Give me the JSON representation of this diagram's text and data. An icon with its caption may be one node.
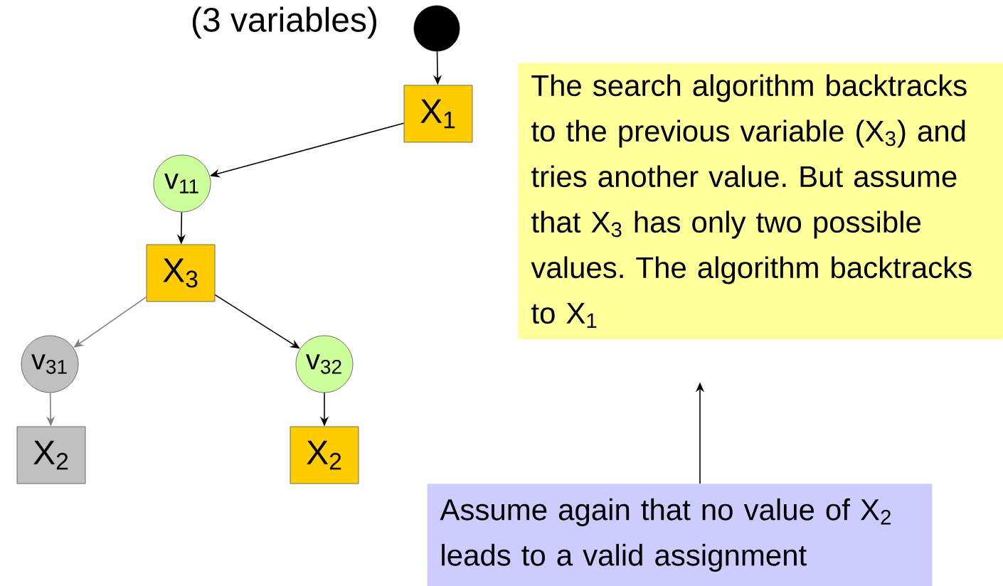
{
  "diagram": {
    "nodes": [
      {
        "text": [],
        "shape": "circle"
      },
      {
        "text": [
          "X$_{1}$"
        ]
      },
      {
        "text": [
          "v$_{11}$"
        ]
      },
      {
        "text": [
          "X$_{3}$"
        ]
      },
      {
        "text": [
          "v$_{31}$"
        ]
      },
      {
        "text": [
          "X$_{2}$"
        ]
      },
      {
        "text": [
          "v$_{32}$"
        ]
      },
      {
        "text": [
          "X$_{2}$"
        ]
      },
      {
        "text": [
          "The search algorithm backtracks to the previous variable (X$_{3}$) and tries another value. But assume that X$_{3}$ has only two possible values. The algorithm backtracks to X$_{1}$"
        ]
      },
      {
        "text": [
          "Assume again that no value of X$_{2}$ leads to a valid assignment"
        ]
      }
    ],
    "edges": [
      {
        "from": 0,
        "to": 1,
        "arrow": "to"
      },
      {
        "from": 1,
        "to": 2,
        "arrow": "to"
      },
      {
        "from": 2,
        "to": 3,
        "arrow": "to"
      },
      {
        "from": 3,
        "to": 4,
        "arrow": "to",
        "color": "#808080"
      },
      {
        "from": 4,
        "to": 5,
        "arrow": "to",
        "color": "#808080"
      },
      {
        "from": 3,
        "to": 6,
        "arrow": "to"
      },
      {
        "from": 6,
        "to": 7,
        "arrow": "to"
      },
      {
        "from": 9,
        "to": 8,
        "arrow": "to"
      }
    ],
    "labels": [
      "(3 variables)"
    ]
  }
}
